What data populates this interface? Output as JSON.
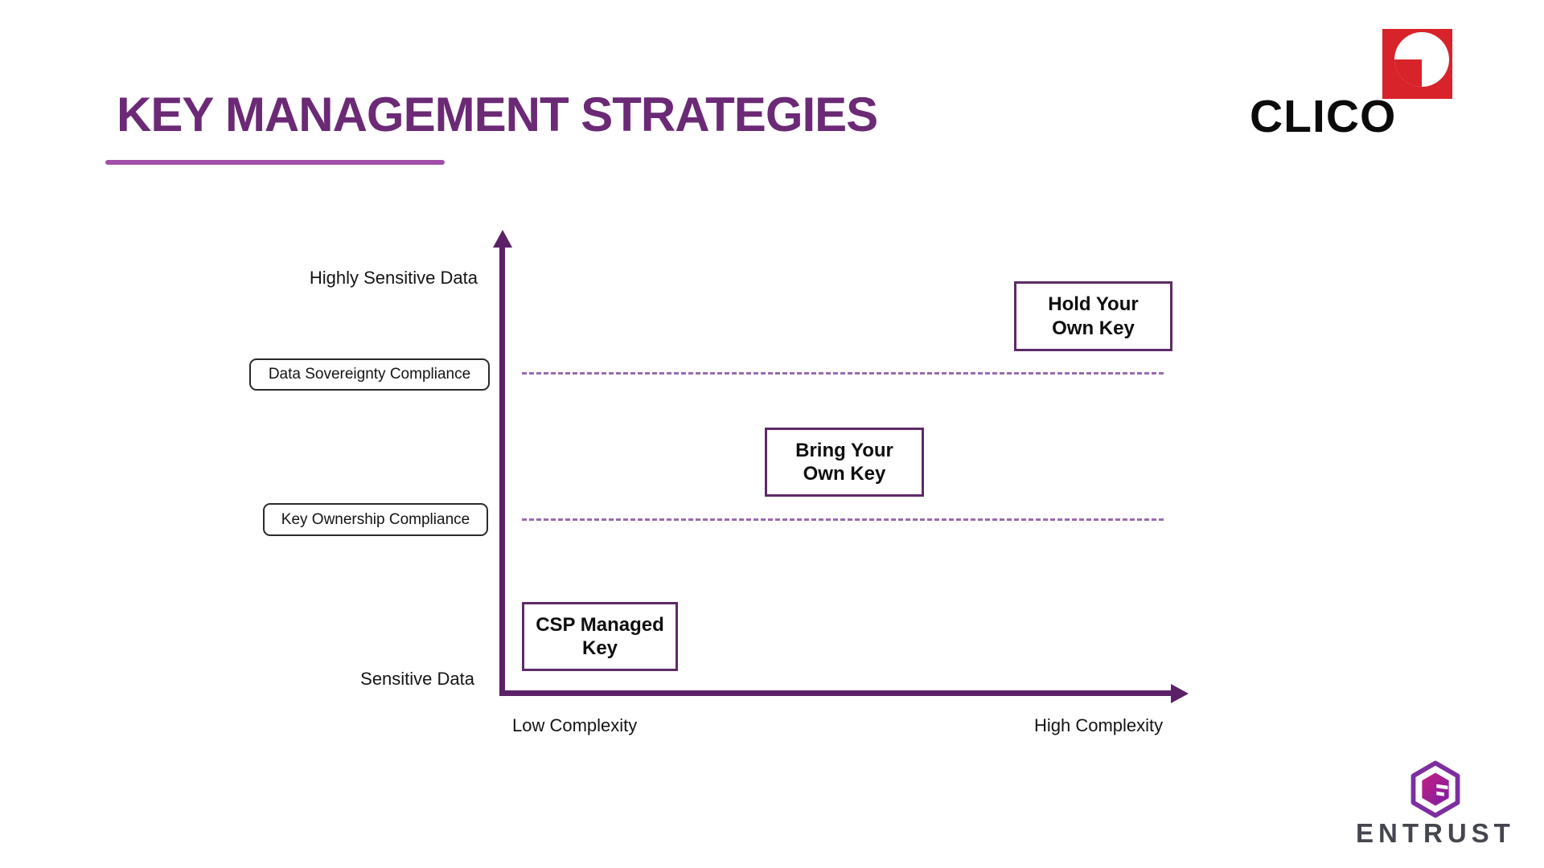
{
  "slide": {
    "title": "KEY MANAGEMENT STRATEGIES"
  },
  "logos": {
    "clico_text": "CLICO",
    "entrust_text": "ENTRUST"
  },
  "colors": {
    "title_purple": "#6B2976",
    "underline_purple": "#A14FA8",
    "axis_purple": "#5B2166",
    "dashed_purple": "#9A6BAE",
    "strategy_border_purple": "#5E2A68",
    "clico_red": "#D8232A",
    "entrust_gray": "#45464E",
    "entrust_hex_purple": "#7D2EA0",
    "entrust_gradient_start": "#C51E82",
    "entrust_gradient_end": "#7A1FA2"
  },
  "chart_data": {
    "type": "scatter",
    "title": "",
    "x_axis": {
      "low_label": "Low Complexity",
      "high_label": "High Complexity"
    },
    "y_axis": {
      "low_label": "Sensitive Data",
      "high_label": "Highly Sensitive Data"
    },
    "threshold_lines": [
      {
        "label": "Data Sovereignty Compliance",
        "level": "upper"
      },
      {
        "label": "Key Ownership Compliance",
        "level": "middle"
      }
    ],
    "points": [
      {
        "label": "CSP Managed Key",
        "complexity": "low",
        "sensitivity": "low"
      },
      {
        "label": "Bring Your Own Key",
        "complexity": "medium",
        "sensitivity": "medium"
      },
      {
        "label": "Hold Your Own Key",
        "complexity": "high",
        "sensitivity": "high"
      }
    ],
    "legend": false,
    "grid": false
  }
}
